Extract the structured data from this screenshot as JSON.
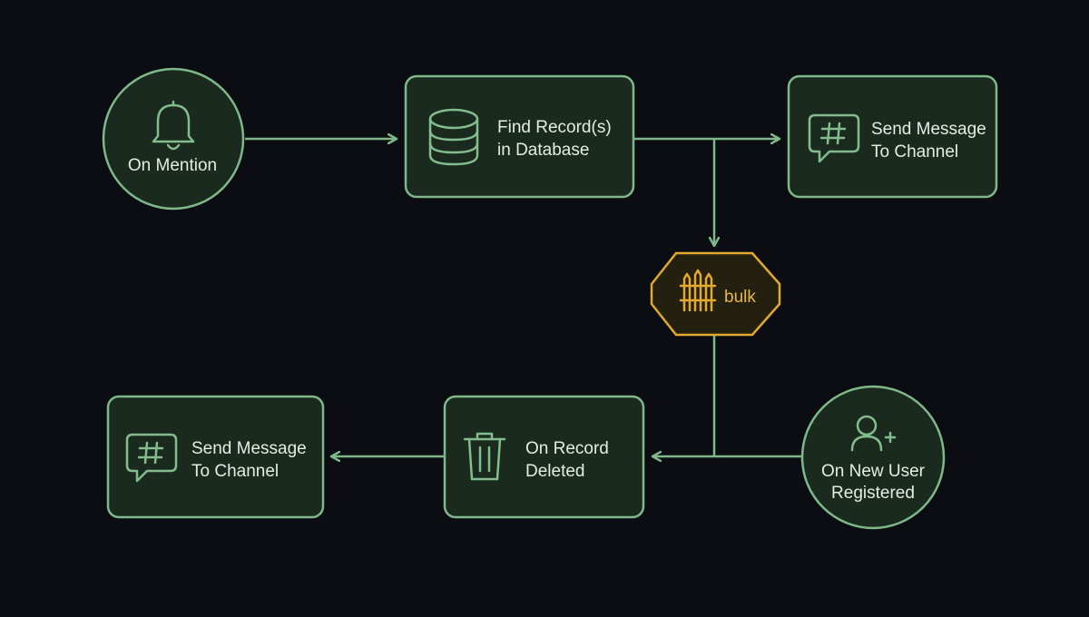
{
  "diagram": {
    "nodes": {
      "on_mention": {
        "label": "On Mention",
        "icon": "bell-icon"
      },
      "find_records": {
        "line1": "Find Record(s)",
        "line2": "in Database",
        "icon": "database-icon"
      },
      "send_message_top": {
        "line1": "Send Message",
        "line2": "To Channel",
        "icon": "hash-chat-icon"
      },
      "bulk": {
        "label": "bulk",
        "icon": "fence-icon",
        "accent": "#e2a92e"
      },
      "on_new_user": {
        "line1": "On New User",
        "line2": "Registered",
        "icon": "user-plus-icon"
      },
      "on_record_deleted": {
        "line1": "On Record",
        "line2": "Deleted",
        "icon": "trash-icon"
      },
      "send_message_bottom": {
        "line1": "Send Message",
        "line2": "To Channel",
        "icon": "hash-chat-icon"
      }
    },
    "colors": {
      "background": "#0b0d13",
      "node_fill": "#1a2a1f",
      "node_stroke": "#7fb98a",
      "text": "#e4ece4",
      "bulk_accent": "#e2a92e"
    }
  }
}
